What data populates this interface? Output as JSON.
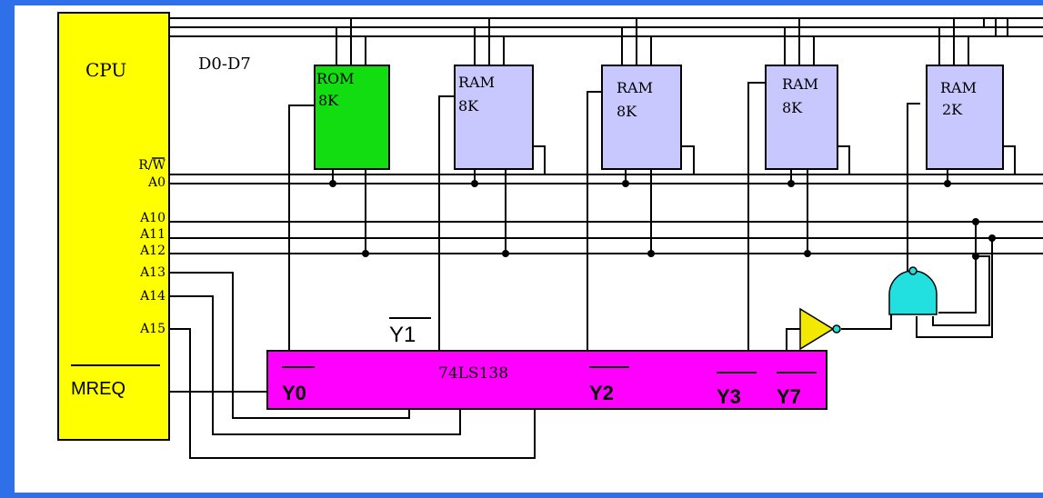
{
  "diagram": {
    "cpu_label": "CPU",
    "data_bus_label": "D0-D7",
    "pins": {
      "rw": "R/W",
      "a0": "A0",
      "a10": "A10",
      "a11": "A11",
      "a12": "A12",
      "a13": "A13",
      "a14": "A14",
      "a15": "A15",
      "mreq": "MREQ"
    },
    "chips": [
      {
        "type": "ROM",
        "size": "8K"
      },
      {
        "type": "RAM",
        "size": "8K"
      },
      {
        "type": "RAM",
        "size": "8K"
      },
      {
        "type": "RAM",
        "size": "8K"
      },
      {
        "type": "RAM",
        "size": "2K"
      }
    ],
    "decoder": {
      "name": "74LS138",
      "outputs": {
        "y0": "Y0",
        "y1": "Y1",
        "y2": "Y2",
        "y3": "Y3",
        "y7": "Y7"
      }
    },
    "colors": {
      "background": "#2f6fe8",
      "cpu": "#ffff00",
      "rom": "#11dd11",
      "ram": "#c8c8ff",
      "decoder": "#ff00ff",
      "inverter": "#f2e800",
      "nand": "#22e0e0",
      "wire": "#000000"
    }
  }
}
